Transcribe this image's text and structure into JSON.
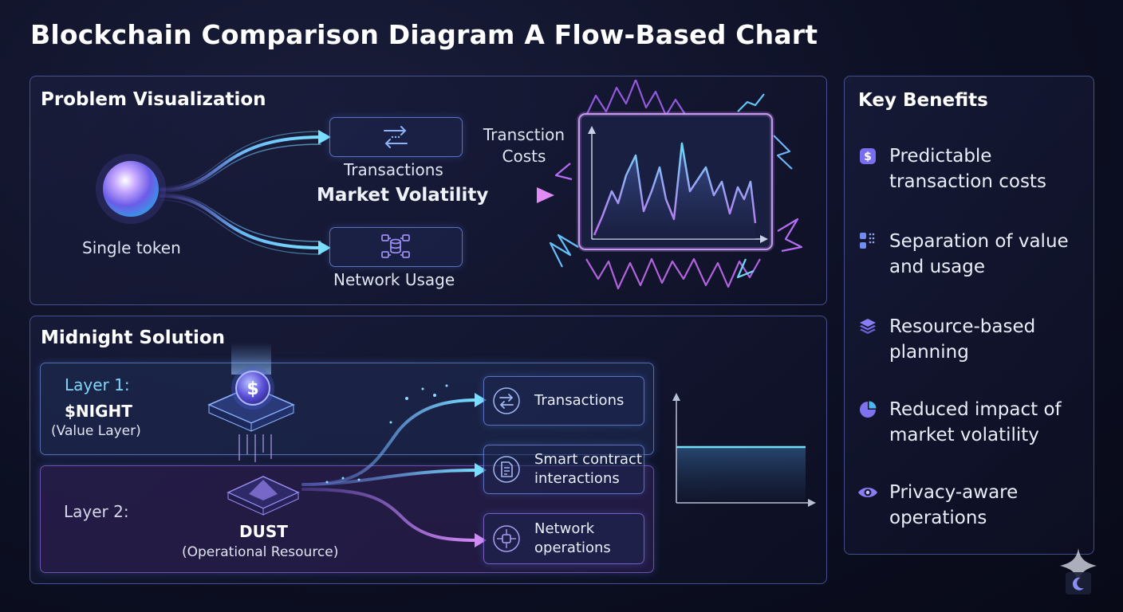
{
  "title": "Blockchain Comparison Diagram A Flow-Based Chart",
  "problem": {
    "heading": "Problem Visualization",
    "token_label": "Single token",
    "transactions_label": "Transactions",
    "network_usage_label": "Network Usage",
    "volatility_label": "Market Volatility",
    "costs_label_line1": "Transction",
    "costs_label_line2": "Costs"
  },
  "solution": {
    "heading": "Midnight Solution",
    "layer1": {
      "label": "Layer 1:",
      "token": "$NIGHT",
      "desc": "(Value Layer)"
    },
    "layer2": {
      "label": "Layer 2:",
      "token": "DUST",
      "desc": "(Operational Resource)"
    },
    "outputs": [
      {
        "line1": "Transactions",
        "line2": ""
      },
      {
        "line1": "Smart contract",
        "line2": "interactions"
      },
      {
        "line1": "Network",
        "line2": "operations"
      }
    ]
  },
  "benefits": {
    "heading": "Key Benefits",
    "items": [
      {
        "line1": "Predictable",
        "line2": "transaction costs",
        "icon": "dollar-icon"
      },
      {
        "line1": "Separation of value",
        "line2": "and usage",
        "icon": "split-icon"
      },
      {
        "line1": "Resource-based",
        "line2": "planning",
        "icon": "layers-icon"
      },
      {
        "line1": "Reduced impact of",
        "line2": "market volatility",
        "icon": "pie-icon"
      },
      {
        "line1": "Privacy-aware",
        "line2": "operations",
        "icon": "eye-icon"
      }
    ]
  },
  "colors": {
    "accent_cyan": "#5fd3f0",
    "accent_purple": "#b06cf0",
    "accent_pink": "#d88cf6",
    "layer1_text": "#7fd7f7"
  }
}
